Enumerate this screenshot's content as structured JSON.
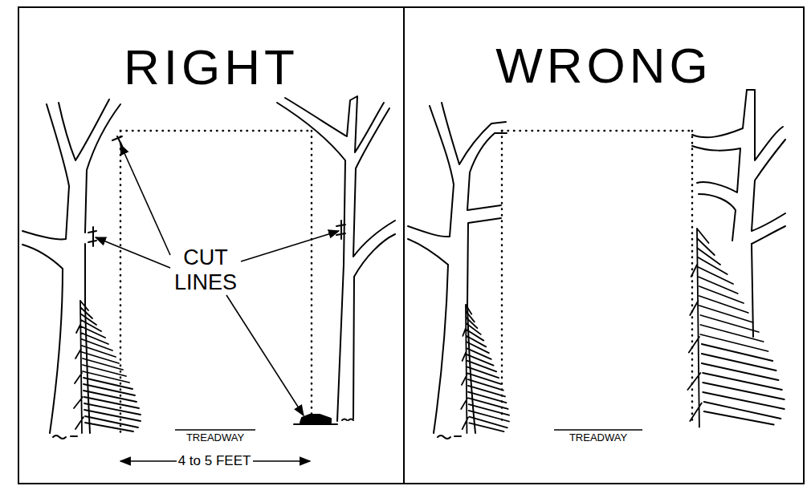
{
  "diagram": {
    "nodes": [
      {
        "text": [
          "RIGHT"
        ]
      },
      {
        "text": [
          "WRONG"
        ]
      }
    ],
    "labels": [
      "CUT LINES",
      "TREADWAY",
      "4 to 5 FEET",
      "TREADWAY"
    ]
  }
}
